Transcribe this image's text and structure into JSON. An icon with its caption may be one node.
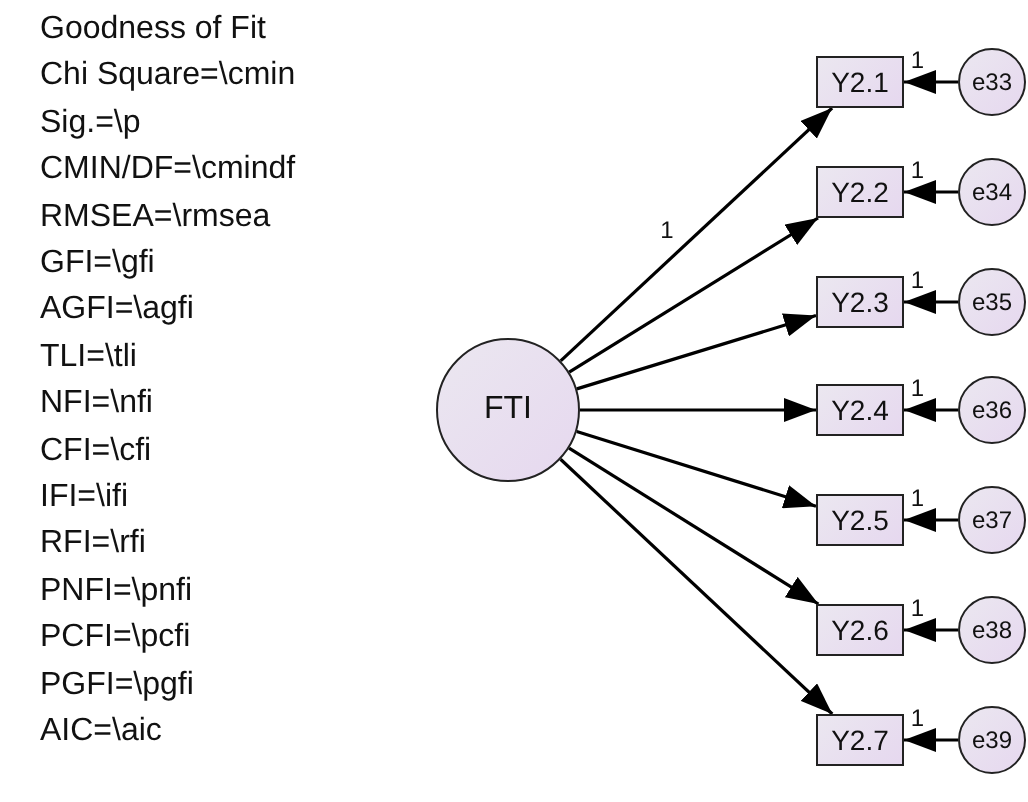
{
  "diagram": {
    "title": "Goodness of Fit",
    "nodes": [
      {
        "text": [
          "FTI"
        ]
      },
      {
        "text": [
          "Y2.1"
        ]
      },
      {
        "text": [
          "Y2.2"
        ]
      },
      {
        "text": [
          "Y2.3"
        ]
      },
      {
        "text": [
          "Y2.4"
        ]
      },
      {
        "text": [
          "Y2.5"
        ]
      },
      {
        "text": [
          "Y2.6"
        ]
      },
      {
        "text": [
          "Y2.7"
        ]
      },
      {
        "text": [
          "e33"
        ]
      },
      {
        "text": [
          "e34"
        ]
      },
      {
        "text": [
          "e35"
        ]
      },
      {
        "text": [
          "e36"
        ]
      },
      {
        "text": [
          "e37"
        ]
      },
      {
        "text": [
          "e38"
        ]
      },
      {
        "text": [
          "e39"
        ]
      }
    ],
    "edges": [
      {
        "from": 0,
        "to": 1,
        "arrow": "to",
        "label": "1"
      },
      {
        "from": 0,
        "to": 2,
        "arrow": "to"
      },
      {
        "from": 0,
        "to": 3,
        "arrow": "to"
      },
      {
        "from": 0,
        "to": 4,
        "arrow": "to"
      },
      {
        "from": 0,
        "to": 5,
        "arrow": "to"
      },
      {
        "from": 0,
        "to": 6,
        "arrow": "to"
      },
      {
        "from": 0,
        "to": 7,
        "arrow": "to"
      },
      {
        "from": 8,
        "to": 1,
        "arrow": "to",
        "label": "1"
      },
      {
        "from": 9,
        "to": 2,
        "arrow": "to",
        "label": "1"
      },
      {
        "from": 10,
        "to": 3,
        "arrow": "to",
        "label": "1"
      },
      {
        "from": 11,
        "to": 4,
        "arrow": "to",
        "label": "1"
      },
      {
        "from": 12,
        "to": 5,
        "arrow": "to",
        "label": "1"
      },
      {
        "from": 13,
        "to": 6,
        "arrow": "to",
        "label": "1"
      },
      {
        "from": 14,
        "to": 7,
        "arrow": "to",
        "label": "1"
      }
    ],
    "labels": [
      "Chi Square=\\cmin",
      "Sig.=\\p",
      "CMIN/DF=\\cmindf",
      "RMSEA=\\rmsea",
      "GFI=\\gfi",
      "AGFI=\\agfi",
      "TLI=\\tli",
      "NFI=\\nfi",
      "CFI=\\cfi",
      "IFI=\\ifi",
      "RFI=\\rfi",
      "PNFI=\\pnfi",
      "PCFI=\\pcfi",
      "PGFI=\\pgfi",
      "AIC=\\aic"
    ]
  }
}
